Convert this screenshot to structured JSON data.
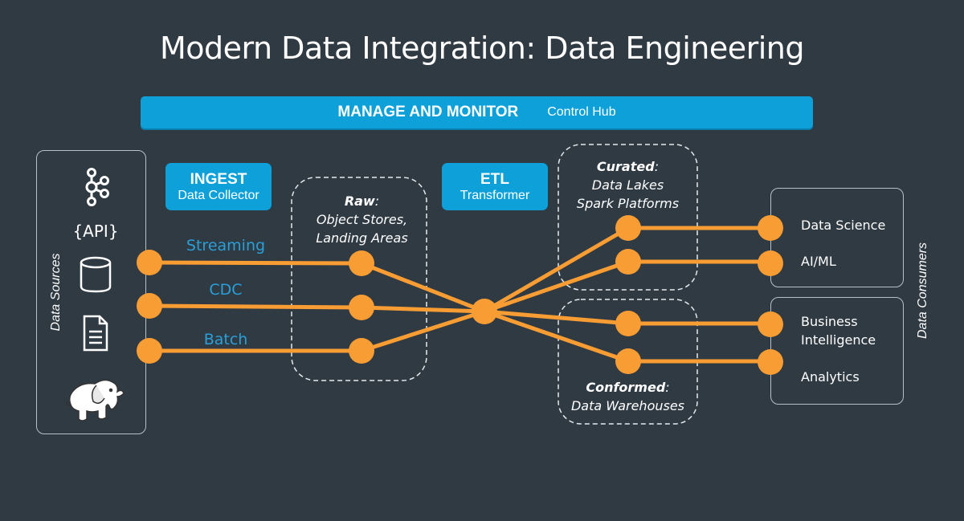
{
  "title": "Modern Data Integration: Data Engineering",
  "manage_bar": {
    "label": "MANAGE AND MONITOR",
    "sublabel": "Control Hub"
  },
  "stages": {
    "ingest": {
      "label": "INGEST",
      "sublabel": "Data Collector"
    },
    "etl": {
      "label": "ETL",
      "sublabel": "Transformer"
    }
  },
  "sources": {
    "label": "Data Sources",
    "icons": [
      "kafka-icon",
      "api-icon",
      "database-icon",
      "document-icon",
      "hadoop-elephant-icon"
    ],
    "api_text": "{API}"
  },
  "flows": [
    {
      "label": "Streaming"
    },
    {
      "label": "CDC"
    },
    {
      "label": "Batch"
    }
  ],
  "zones": {
    "raw": {
      "title": "Raw",
      "lines": [
        "Object Stores,",
        "Landing Areas"
      ]
    },
    "curated": {
      "title": "Curated",
      "lines": [
        "Data Lakes",
        "Spark Platforms"
      ]
    },
    "conformed": {
      "title": "Conformed",
      "lines": [
        "Data Warehouses"
      ]
    }
  },
  "consumers": {
    "label": "Data Consumers",
    "items": [
      {
        "label": "Data Science"
      },
      {
        "label": "AI/ML"
      },
      {
        "label": "Business Intelligence",
        "line1": "Business",
        "line2": "Intelligence"
      },
      {
        "label": "Analytics"
      }
    ]
  },
  "colors": {
    "background": "#2f3a43",
    "accent_blue": "#0ea0d8",
    "flow_label_blue": "#2a9fd8",
    "node_orange": "#f89c34",
    "border_gray": "#b9c0c6"
  }
}
